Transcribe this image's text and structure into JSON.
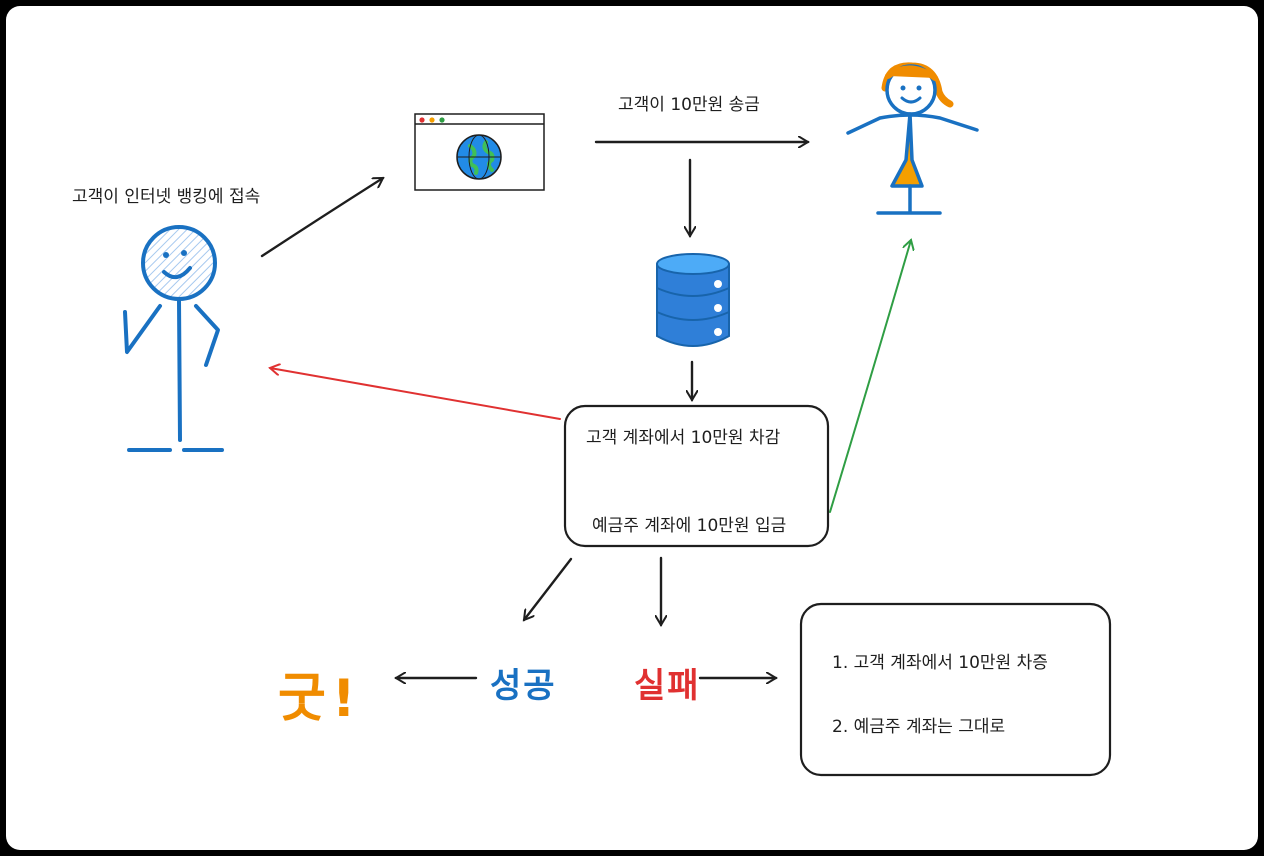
{
  "labels": {
    "customer_access": "고객이 인터넷 뱅킹에 접속",
    "customer_transfer": "고객이 10만원 송금",
    "debit_step": "고객 계좌에서 10만원 차감",
    "credit_step": "예금주 계좌에 10만원 입금",
    "success": "성공",
    "failure": "실패",
    "good": "굿!",
    "rollback_1": "1. 고객 계좌에서 10만원 차증",
    "rollback_2": "2. 예금주 계좌는 그대로"
  },
  "colors": {
    "ink": "#1e1e1e",
    "blue": "#1971c2",
    "red": "#e03131",
    "green": "#2f9e44",
    "orange": "#f08c00",
    "db_blue": "#228be6"
  },
  "icons": {
    "customer": "stick-figure-icon",
    "browser": "browser-window-icon",
    "globe": "globe-icon",
    "database": "database-icon",
    "recipient": "stick-figure-woman-icon"
  }
}
